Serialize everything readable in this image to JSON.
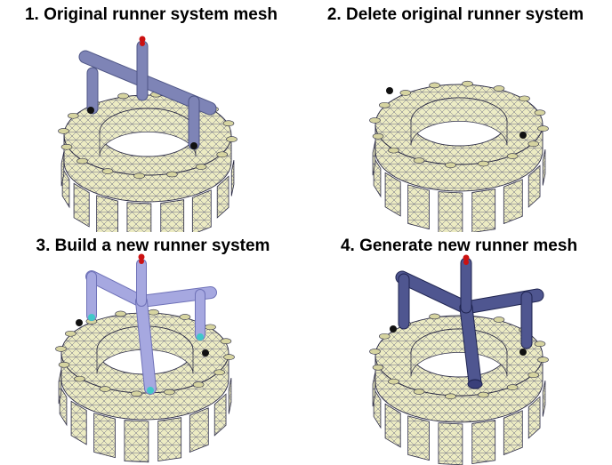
{
  "panels": [
    {
      "title": "1. Original runner system mesh",
      "runner": "original-mesh"
    },
    {
      "title": "2. Delete original runner system",
      "runner": "none"
    },
    {
      "title": "3. Build a new runner system",
      "runner": "new-solid"
    },
    {
      "title": "4. Generate new runner mesh",
      "runner": "new-mesh"
    }
  ],
  "colors": {
    "gear_fill": "#ecebc2",
    "gear_shade": "#d6d4a0",
    "mesh_line": "#5a5a7a",
    "runner_mesh": "#4e5585",
    "runner_solid": "#a6a8e0",
    "sprue_tip": "#cc1111",
    "gate_tip": "#40c8c8"
  }
}
